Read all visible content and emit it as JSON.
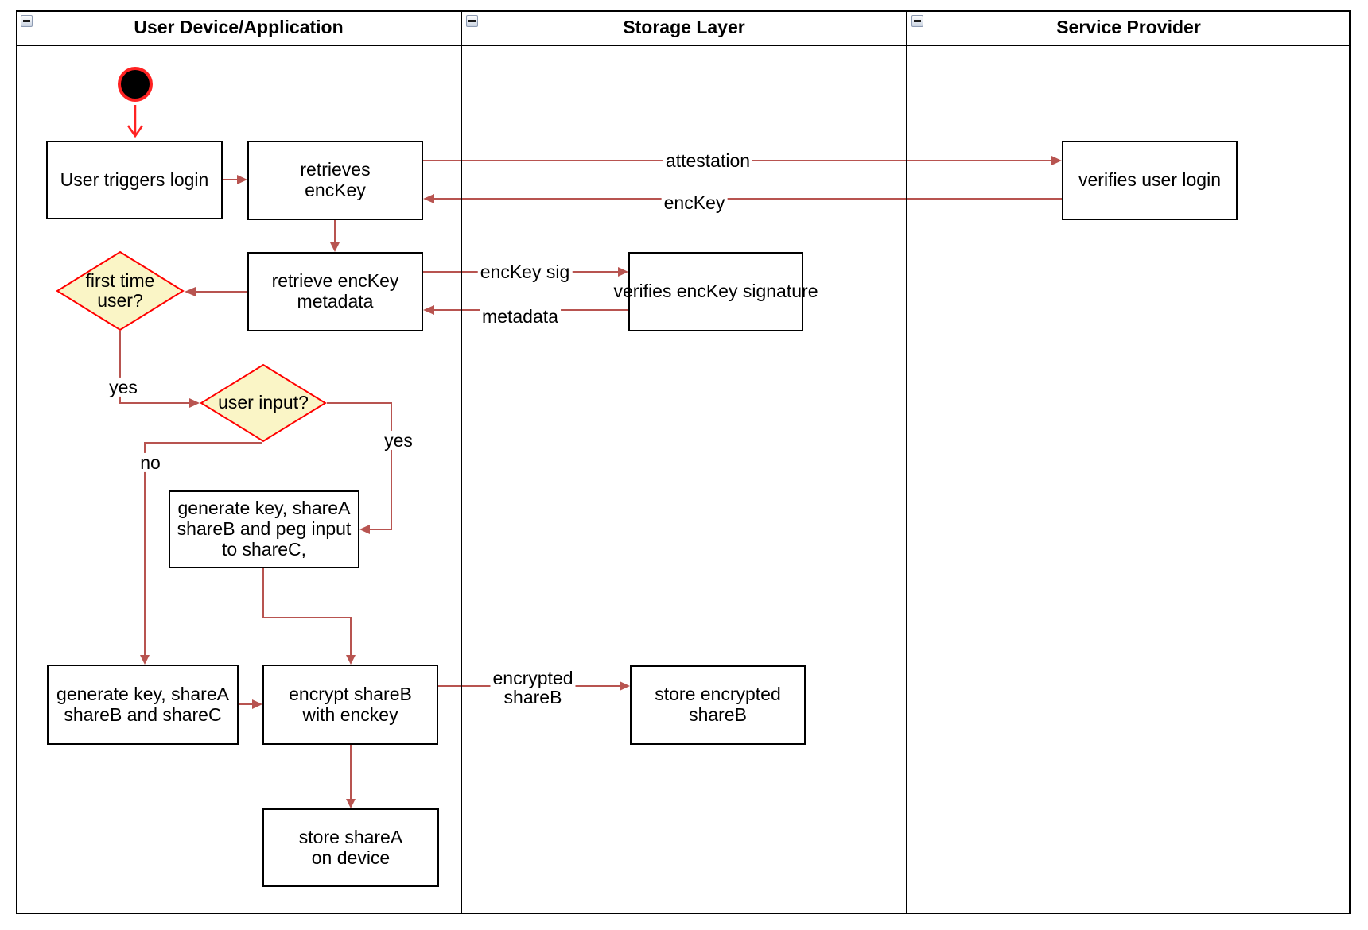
{
  "pool": {
    "lanes": [
      {
        "title": "User Device/Application"
      },
      {
        "title": "Storage Layer"
      },
      {
        "title": "Service Provider"
      }
    ]
  },
  "nodes": {
    "start": {
      "type": "initial-node"
    },
    "user_triggers_login": {
      "label": "User triggers login"
    },
    "retrieves_enckey": {
      "label": "retrieves\nencKey"
    },
    "retrieve_enckey_metadata": {
      "label": "retrieve encKey\nmetadata"
    },
    "first_time_user": {
      "label": "first time\nuser?"
    },
    "user_input": {
      "label": "user input?"
    },
    "generate_key_peg_input": {
      "label": "generate key, shareA\nshareB and peg input\nto shareC,"
    },
    "generate_key_sharec": {
      "label": "generate key, shareA\nshareB and shareC"
    },
    "encrypt_shareb": {
      "label": "encrypt shareB\nwith enckey"
    },
    "store_sharea": {
      "label": "store shareA\non device"
    },
    "verifies_enckey_signature": {
      "label": "verifies encKey signature"
    },
    "store_encrypted_shareb": {
      "label": "store encrypted\nshareB"
    },
    "verifies_user_login": {
      "label": "verifies user login"
    }
  },
  "edge_labels": {
    "attestation": "attestation",
    "enckey": "encKey",
    "enckey_sig": "encKey sig",
    "metadata": "metadata",
    "first_time_yes": "yes",
    "user_input_yes": "yes",
    "user_input_no": "no",
    "encrypted_shareb": "encrypted\nshareB"
  },
  "colors": {
    "edge": "#B85450",
    "highlight_red": "#FF2222",
    "decision_fill": "#FAF5C6",
    "decision_border": "#FF0000",
    "node_border": "#000000",
    "background": "#FFFFFF"
  }
}
